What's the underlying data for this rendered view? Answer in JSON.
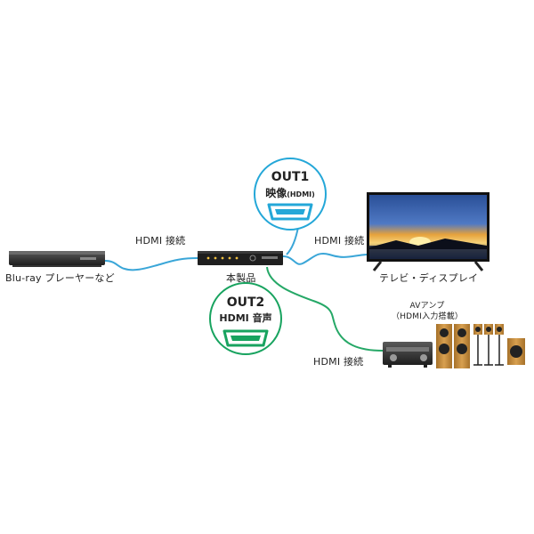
{
  "labels": {
    "hdmi1": "HDMI 接続",
    "hdmi2": "HDMI 接続",
    "hdmi3": "HDMI 接続",
    "bluray": "Blu-ray プレーヤーなど",
    "product": "本製品",
    "tv": "テレビ・ディスプレイ",
    "amp_line1": "AVアンプ",
    "amp_line2": "（HDMI入力搭載）"
  },
  "out1": {
    "title": "OUT1",
    "sub_main": "映像",
    "sub_note": "(HDMI)"
  },
  "out2": {
    "title": "OUT2",
    "sub": "HDMI 音声"
  },
  "colors": {
    "out1_accent": "#24a7d8",
    "out2_accent": "#18a35f",
    "cable_blue": "#3aa6d8",
    "cable_green": "#26a867",
    "speaker_wood": "#c08a3a"
  }
}
